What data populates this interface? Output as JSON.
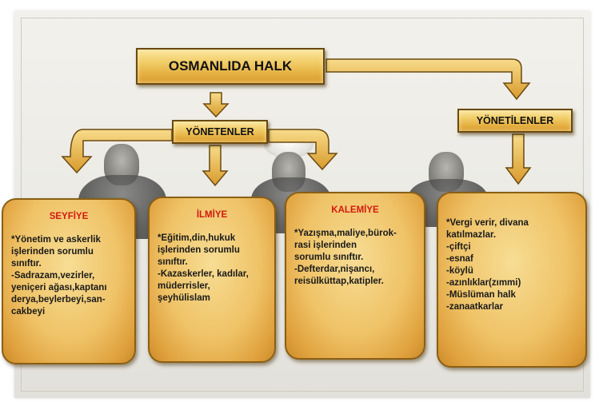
{
  "root": {
    "label": "OSMANLIDA HALK"
  },
  "rulers": {
    "label": "YÖNETENLER"
  },
  "ruled": {
    "label": "YÖNETİLENLER"
  },
  "cards": [
    {
      "title": "SEYFİYE",
      "body": "*Yönetim ve askerlik\n   işlerinden sorumlu\n   sınıftır.\n-Sadrazam,vezirler,\nyeniçeri ağası,kaptanı\n   derya,beylerbeyi,san-\n   cakbeyi"
    },
    {
      "title": "İLMİYE",
      "body": "*Eğitim,din,hukuk\n   işlerinden sorumlu\n   sınıftır.\n-Kazaskerler, kadılar,\n   müderrisler,\n   şeyhülislam"
    },
    {
      "title": "KALEMİYE",
      "body": "*Yazışma,maliye,bürok-\n   rasi işlerinden\n   sorumlu sınıftır.\n-Defterdar,nişancı,\n   reisülküttap,katipler."
    },
    {
      "title": "",
      "body": "*Vergi verir, divana\nkatılmazlar.\n-çiftçi\n-esnaf\n-köylü\n-azınlıklar(zımmi)\n-Müslüman halk\n-zanaatkarlar"
    }
  ],
  "colors": {
    "box_fill": "#f2cf6c",
    "box_border": "#6a4a10",
    "card_title": "#d11a0e",
    "arrow_fill": "#e8b94a"
  }
}
